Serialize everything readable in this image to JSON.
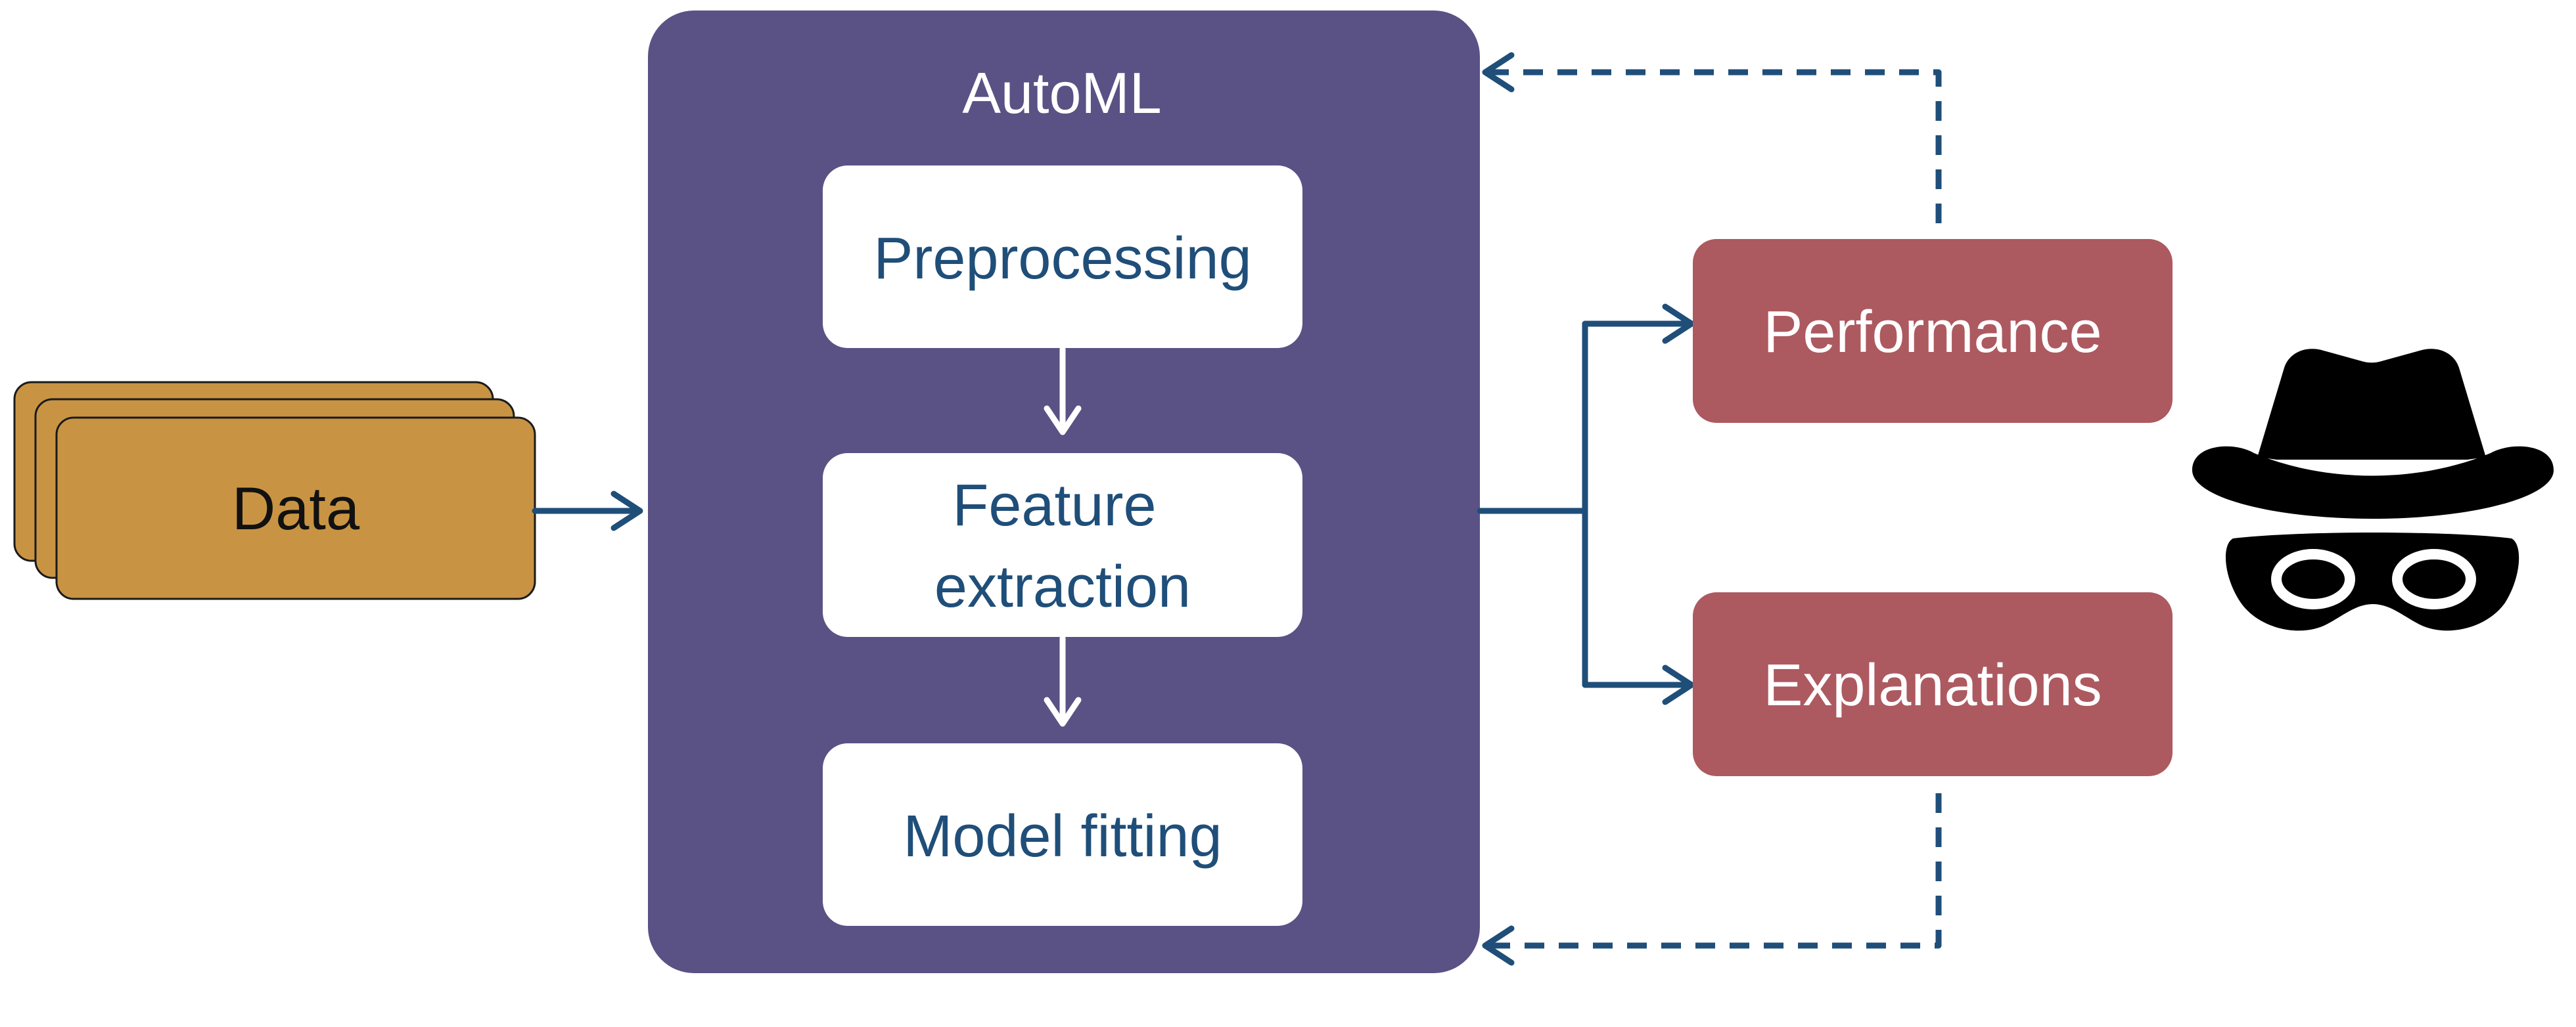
{
  "colors": {
    "background": "#ffffff",
    "data_fill": "#C89443",
    "data_stroke": "#1a1a1a",
    "automl_fill": "#5A5285",
    "step_fill": "#ffffff",
    "step_text": "#1F4E79",
    "output_fill": "#AD5960",
    "output_text": "#ffffff",
    "arrow": "#1F4E79",
    "inner_arrow": "#ffffff",
    "spy_icon": "#000000"
  },
  "data_node": {
    "label": "Data"
  },
  "automl": {
    "title": "AutoML",
    "steps": [
      {
        "label": "Preprocessing"
      },
      {
        "lines": [
          "Feature",
          "extraction"
        ]
      },
      {
        "label": "Model fitting"
      }
    ]
  },
  "outputs": [
    {
      "label": "Performance"
    },
    {
      "label": "Explanations"
    }
  ],
  "icons": {
    "adversary": "spy-incognito-icon"
  }
}
